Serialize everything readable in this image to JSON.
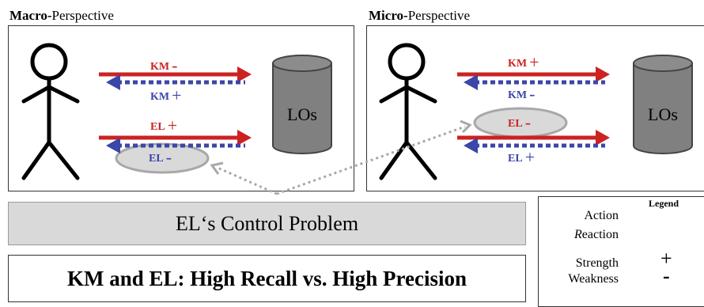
{
  "macro": {
    "title_bold": "Macro-",
    "title_rest": "Perspective",
    "km_label": "KM",
    "km_action_sign": "-",
    "km_reaction_sign": "+",
    "el_label": "EL",
    "el_action_sign": "+",
    "el_reaction_sign": "-",
    "store_label": "LOs"
  },
  "micro": {
    "title_bold": "Micro-",
    "title_rest": "Perspective",
    "km_label": "KM",
    "km_action_sign": "+",
    "km_reaction_sign": "-",
    "el_label": "EL",
    "el_action_sign": "-",
    "el_reaction_sign": "+",
    "store_label": "LOs"
  },
  "control_problem": "EL‘s Control Problem",
  "recall_precision": "KM and EL: High Recall vs. High Precision",
  "legend": {
    "title": "Legend",
    "action": "Action",
    "reaction_prefix": "R",
    "reaction_rest": "eaction",
    "strength": "Strength",
    "strength_symbol": "+",
    "weakness": "Weakness",
    "weakness_symbol": "-"
  },
  "colors": {
    "action": "#cc2222",
    "reaction": "#3a46a8",
    "ellipse": "#d9d9d9",
    "cylinder": "#808080"
  }
}
